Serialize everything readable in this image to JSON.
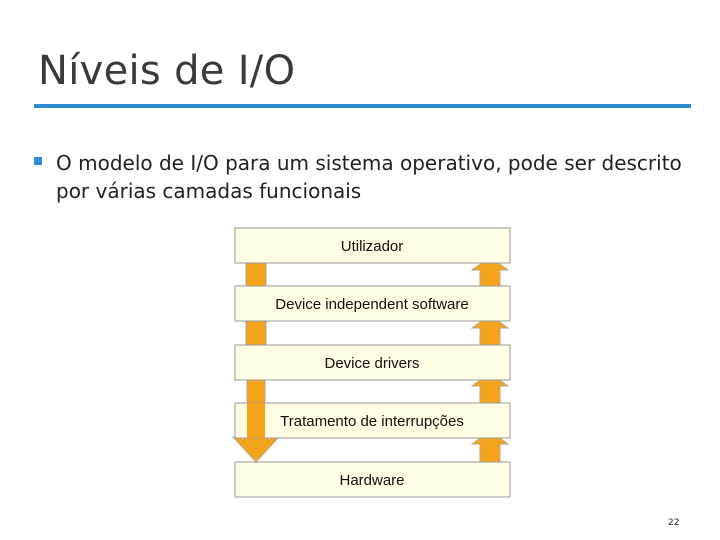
{
  "slide": {
    "title": "Níveis de I/O",
    "bullet_text": "O modelo de I/O para um sistema operativo, pode ser descrito por várias camadas funcionais",
    "page_number": "22"
  },
  "diagram": {
    "layers": [
      "Utilizador",
      "Device independent software",
      "Device drivers",
      "Tratamento de interrupções",
      "Hardware"
    ]
  },
  "colors": {
    "accent": "#2d8fd1",
    "layer_fill": "#fffde4",
    "arrow_fill": "#f4a41c"
  }
}
